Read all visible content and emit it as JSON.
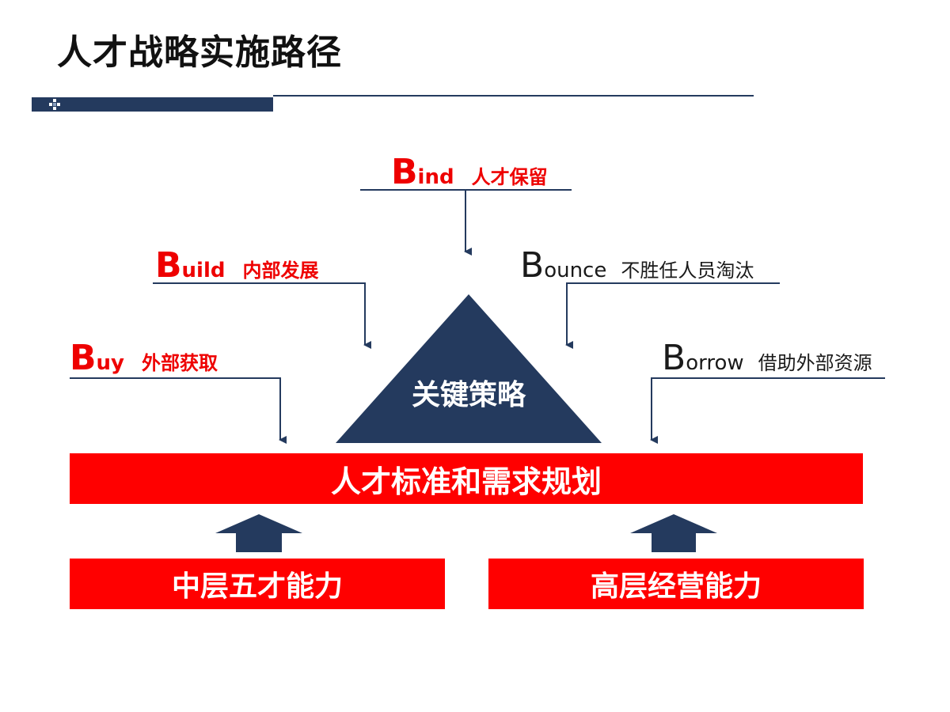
{
  "title": "人才战略实施路径",
  "colors": {
    "accent_red": "#ff0000",
    "navy": "#243a5e",
    "label_red": "#ee0000"
  },
  "strategies": {
    "bind": {
      "letter": "B",
      "word": "ind",
      "desc": "人才保留"
    },
    "build": {
      "letter": "B",
      "word": "uild",
      "desc": "内部发展"
    },
    "bounce": {
      "letter": "B",
      "word": "ounce",
      "desc": "不胜任人员淘汰"
    },
    "buy": {
      "letter": "B",
      "word": "uy",
      "desc": "外部获取"
    },
    "borrow": {
      "letter": "B",
      "word": "orrow",
      "desc": "借助外部资源"
    }
  },
  "core": "关键策略",
  "planning": "人才标准和需求规划",
  "foundations": {
    "left": "中层五才能力",
    "right": "高层经营能力"
  },
  "icons": {
    "bar_marker": "checker-diamond-icon"
  }
}
